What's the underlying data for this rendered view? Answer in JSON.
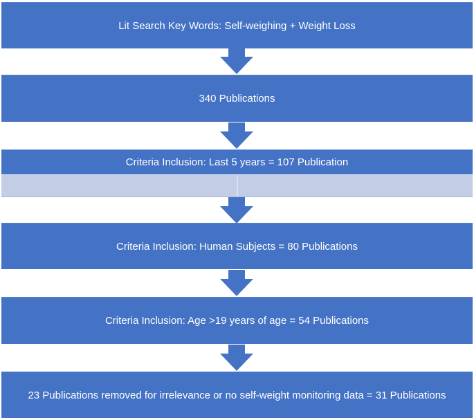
{
  "flowchart": {
    "steps": [
      {
        "label": "Lit Search Key Words: Self-weighing + Weight Loss"
      },
      {
        "label": "340 Publications"
      },
      {
        "label": "Criteria Inclusion: Last 5 years = 107 Publication"
      },
      {
        "label": "Criteria Inclusion: Human Subjects = 80 Publications"
      },
      {
        "label": "Criteria Inclusion: Age >19 years of age = 54 Publications"
      },
      {
        "label": "23 Publications removed for irrelevance or no self-weight monitoring data = 31 Publications"
      }
    ],
    "colors": {
      "box_fill": "#4472c4",
      "box_text": "#ffffff",
      "band_fill": "#c3cde6"
    }
  }
}
